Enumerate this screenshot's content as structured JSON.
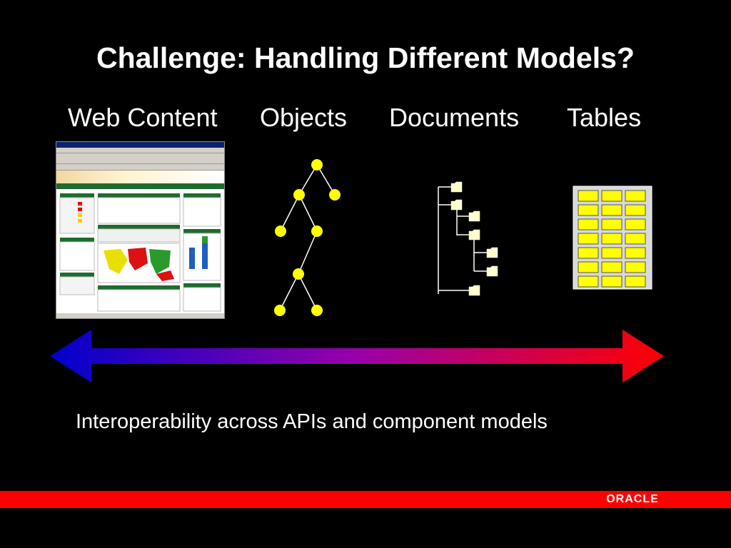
{
  "title": "Challenge: Handling Different Models?",
  "categories": {
    "web_content": "Web Content",
    "objects": "Objects",
    "documents": "Documents",
    "tables": "Tables"
  },
  "caption": "Interoperability across APIs and component models",
  "footer": {
    "logo_text": "ORACLE"
  },
  "colors": {
    "background": "#000000",
    "title_text": "#ffffff",
    "node_yellow": "#ffff00",
    "arrow_left": "#0000cc",
    "arrow_right": "#ff0000",
    "footer_bar": "#ff0000"
  },
  "icons": [
    "web-page-screenshot",
    "object-tree",
    "folder-tree",
    "table-grid",
    "double-arrow",
    "oracle-logo"
  ]
}
